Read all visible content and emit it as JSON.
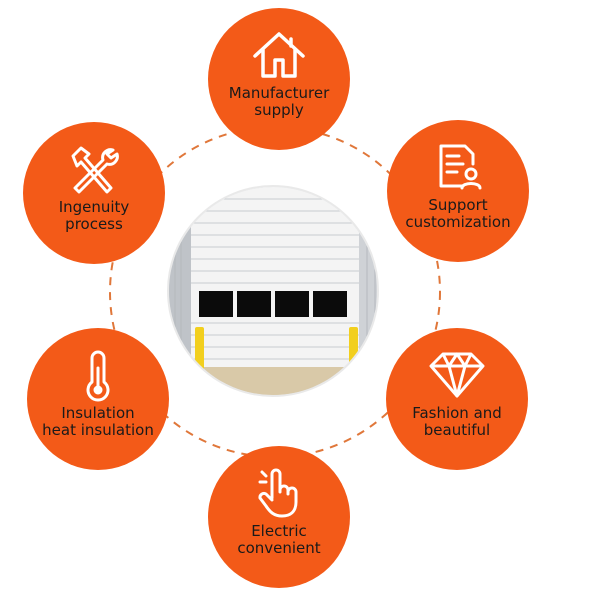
{
  "features": [
    {
      "line1": "Manufacturer",
      "line2": "supply",
      "icon": "house-icon"
    },
    {
      "line1": "Support",
      "line2": "customization",
      "icon": "document-user-icon"
    },
    {
      "line1": "Fashion and",
      "line2": "beautiful",
      "icon": "diamond-icon"
    },
    {
      "line1": "Electric",
      "line2": "convenient",
      "icon": "pointing-hand-icon"
    },
    {
      "line1": "Insulation",
      "line2": "heat insulation",
      "icon": "thermometer-icon"
    },
    {
      "line1": "Ingenuity",
      "line2": "process",
      "icon": "wrench-hammer-icon"
    }
  ],
  "colors": {
    "accent": "#f35a18",
    "ring": "#e0773a",
    "label": "#1a1a1a"
  },
  "center_image": "rolling-shutter-door-photo"
}
